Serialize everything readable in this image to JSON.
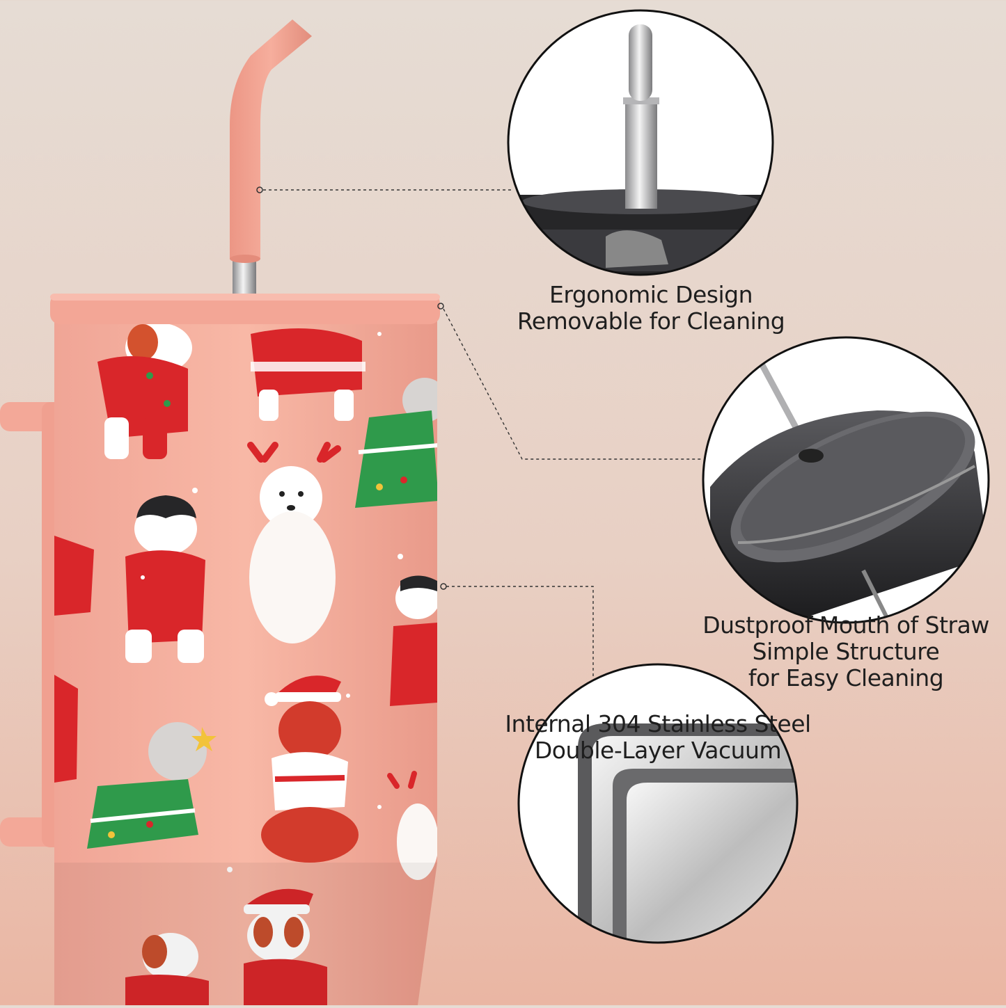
{
  "features": [
    {
      "id": "straw",
      "icon": "straw-tip-icon",
      "lines": [
        "Ergonomic Design",
        "Removable for Cleaning"
      ]
    },
    {
      "id": "lid",
      "icon": "lid-icon",
      "lines": [
        "Dustproof Mouth of Straw",
        "Simple Structure",
        "for Easy Cleaning"
      ]
    },
    {
      "id": "wall",
      "icon": "steel-layer-icon",
      "lines": [
        "Internal 304 Stainless Steel",
        "Double-Layer Vacuum"
      ]
    }
  ],
  "colors": {
    "tumbler_body": "#f4ad9c",
    "straw": "#f2a291",
    "lid": "#f3a696",
    "sweater_red": "#d9262a",
    "tree_green": "#2f9a4b",
    "detail_black": "#262628"
  }
}
